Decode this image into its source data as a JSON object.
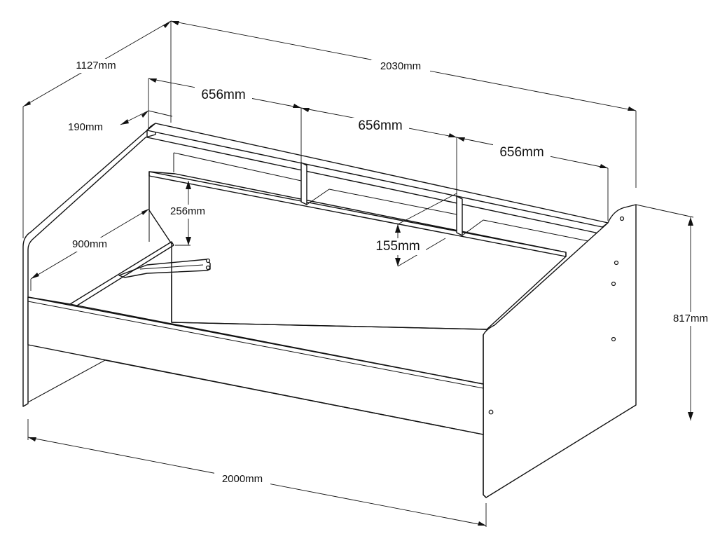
{
  "dimensions": {
    "depth_overall": "1127mm",
    "length_overall": "2030mm",
    "shelf_depth": "190mm",
    "compartment_1": "656mm",
    "compartment_2": "656mm",
    "compartment_3": "656mm",
    "backrest_height": "256mm",
    "mattress_width": "900mm",
    "shelf_height": "155mm",
    "total_height": "817mm",
    "length_front": "2000mm"
  }
}
